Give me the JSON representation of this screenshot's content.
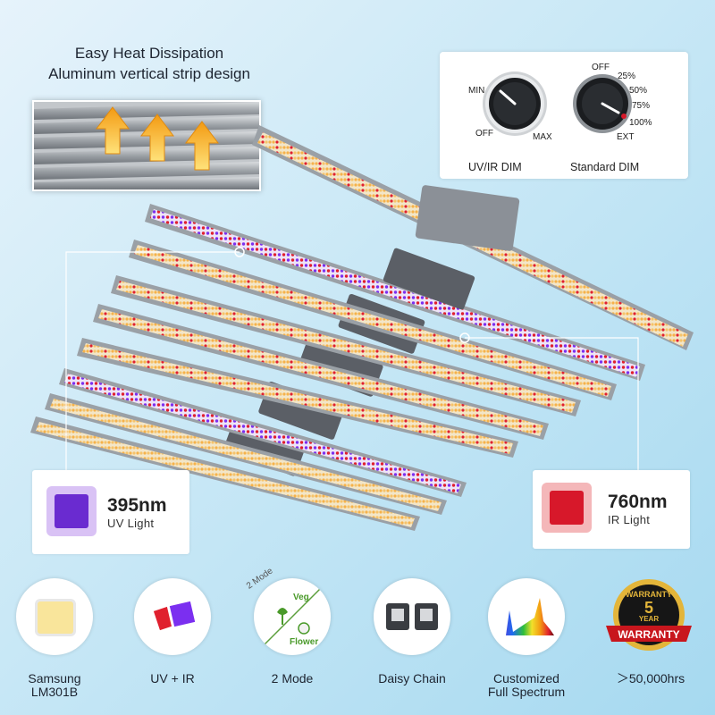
{
  "headline": {
    "line1": "Easy Heat Dissipation",
    "line2": "Aluminum vertical strip design"
  },
  "dim_panel": {
    "uvir": {
      "min": "MIN",
      "off": "OFF",
      "max": "MAX",
      "caption": "UV/IR DIM"
    },
    "standard": {
      "off": "OFF",
      "p25": "25%",
      "p50": "50%",
      "p75": "75%",
      "p100": "100%",
      "ext": "EXT",
      "caption": "Standard DIM"
    }
  },
  "uv_callout": {
    "wavelength": "395nm",
    "label": "UV Light",
    "color": "#6a2bd0"
  },
  "ir_callout": {
    "wavelength": "760nm",
    "label": "IR Light",
    "color": "#d7182a"
  },
  "features": [
    {
      "line1": "Samsung",
      "line2": "LM301B"
    },
    {
      "line1": "UV + IR",
      "line2": ""
    },
    {
      "line1": "2 Mode",
      "line2": "",
      "badge": "2 Mode",
      "veg": "Veg",
      "flower": "Flower"
    },
    {
      "line1": "Daisy Chain",
      "line2": ""
    },
    {
      "line1": "Customized",
      "line2": "Full Spectrum"
    },
    {
      "line1": "＞50,000hrs",
      "line2": "",
      "warranty_top": "WARRANTY",
      "warranty_num": "5",
      "warranty_year": "YEAR",
      "warranty_bottom": "WARRANTY"
    }
  ],
  "colors": {
    "uv": "#7b2ff0",
    "ir": "#e0202e",
    "led_warm": "#f6c36a",
    "arrow": "#f5a623"
  }
}
